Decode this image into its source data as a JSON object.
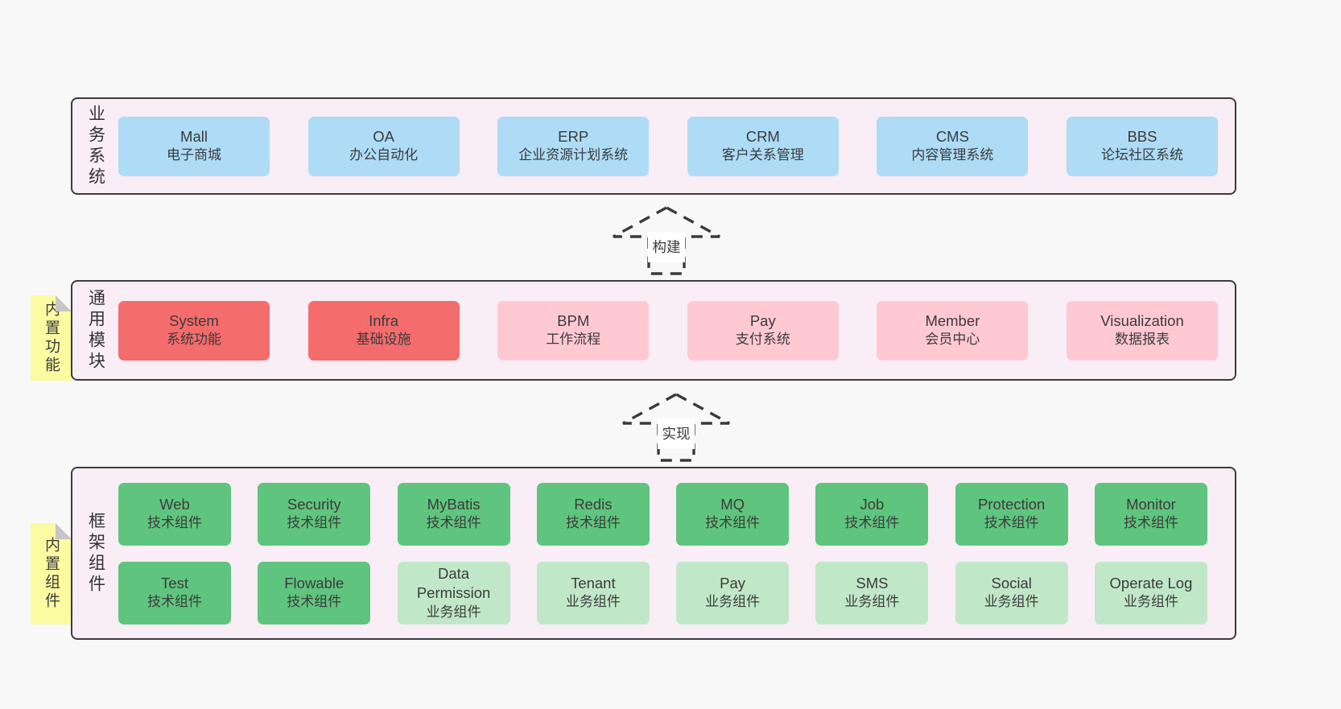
{
  "page": {
    "background": "#f8f8f8"
  },
  "colors": {
    "panel_bg": "#f9edf6",
    "panel_border": "#3c3c3c",
    "blue": "#aedcf6",
    "red": "#f56c6c",
    "pink": "#ffc9d2",
    "green": "#5fc57e",
    "light_green": "#c0e8c8",
    "tag_yellow": "#fbfba2",
    "tag_fold": "#c5c5c5",
    "text": "#3b3b3b"
  },
  "arrows": {
    "build": {
      "label": "构建"
    },
    "implement": {
      "label": "实现"
    }
  },
  "sections": {
    "business": {
      "label": "业务系统",
      "rows": [
        [
          {
            "name": "Mall",
            "subtitle": "电子商城",
            "variant": "blue"
          },
          {
            "name": "OA",
            "subtitle": "办公自动化",
            "variant": "blue"
          },
          {
            "name": "ERP",
            "subtitle": "企业资源计划系统",
            "variant": "blue"
          },
          {
            "name": "CRM",
            "subtitle": "客户关系管理",
            "variant": "blue"
          },
          {
            "name": "CMS",
            "subtitle": "内容管理系统",
            "variant": "blue"
          },
          {
            "name": "BBS",
            "subtitle": "论坛社区系统",
            "variant": "blue"
          }
        ]
      ]
    },
    "modules": {
      "label": "通用模块",
      "tag": "内置功能",
      "rows": [
        [
          {
            "name": "System",
            "subtitle": "系统功能",
            "variant": "red"
          },
          {
            "name": "Infra",
            "subtitle": "基础设施",
            "variant": "red"
          },
          {
            "name": "BPM",
            "subtitle": "工作流程",
            "variant": "pink"
          },
          {
            "name": "Pay",
            "subtitle": "支付系统",
            "variant": "pink"
          },
          {
            "name": "Member",
            "subtitle": "会员中心",
            "variant": "pink"
          },
          {
            "name": "Visualization",
            "subtitle": "数据报表",
            "variant": "pink"
          }
        ]
      ]
    },
    "components": {
      "label": "框架组件",
      "tag": "内置组件",
      "rows": [
        [
          {
            "name": "Web",
            "subtitle": "技术组件",
            "variant": "green"
          },
          {
            "name": "Security",
            "subtitle": "技术组件",
            "variant": "green"
          },
          {
            "name": "MyBatis",
            "subtitle": "技术组件",
            "variant": "green"
          },
          {
            "name": "Redis",
            "subtitle": "技术组件",
            "variant": "green"
          },
          {
            "name": "MQ",
            "subtitle": "技术组件",
            "variant": "green"
          },
          {
            "name": "Job",
            "subtitle": "技术组件",
            "variant": "green"
          },
          {
            "name": "Protection",
            "subtitle": "技术组件",
            "variant": "green"
          },
          {
            "name": "Monitor",
            "subtitle": "技术组件",
            "variant": "green"
          }
        ],
        [
          {
            "name": "Test",
            "subtitle": "技术组件",
            "variant": "green"
          },
          {
            "name": "Flowable",
            "subtitle": "技术组件",
            "variant": "green"
          },
          {
            "name": "Data\nPermission",
            "subtitle": "业务组件",
            "variant": "light_green"
          },
          {
            "name": "Tenant",
            "subtitle": "业务组件",
            "variant": "light_green"
          },
          {
            "name": "Pay",
            "subtitle": "业务组件",
            "variant": "light_green"
          },
          {
            "name": "SMS",
            "subtitle": "业务组件",
            "variant": "light_green"
          },
          {
            "name": "Social",
            "subtitle": "业务组件",
            "variant": "light_green"
          },
          {
            "name": "Operate Log",
            "subtitle": "业务组件",
            "variant": "light_green"
          }
        ]
      ]
    }
  }
}
